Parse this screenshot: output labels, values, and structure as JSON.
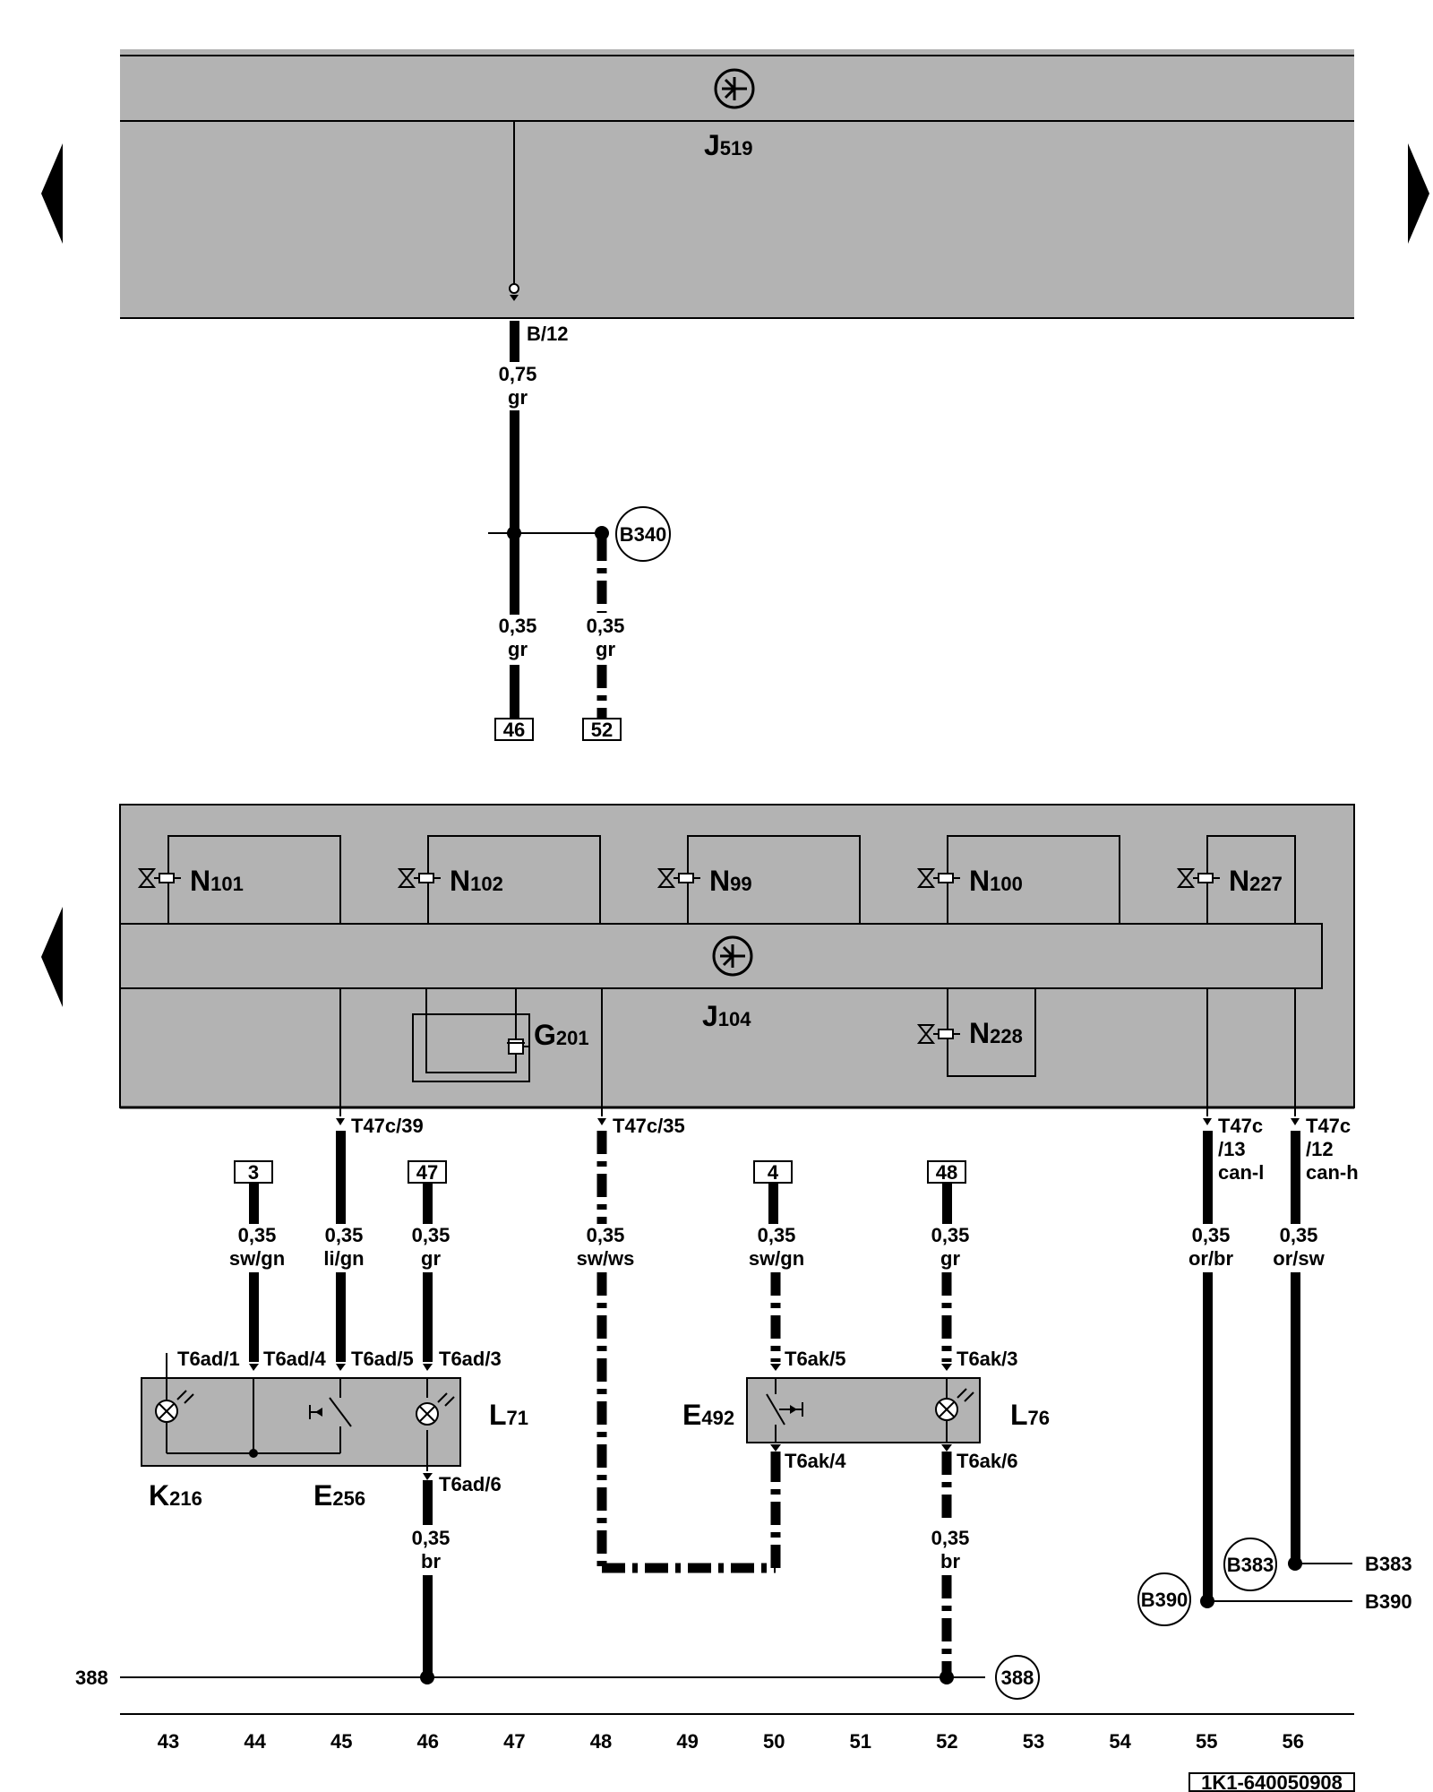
{
  "units": {
    "j519": {
      "letter": "J",
      "sub": "519"
    },
    "j104": {
      "letter": "J",
      "sub": "104"
    },
    "n101": {
      "letter": "N",
      "sub": "101"
    },
    "n102": {
      "letter": "N",
      "sub": "102"
    },
    "n99": {
      "letter": "N",
      "sub": "99"
    },
    "n100": {
      "letter": "N",
      "sub": "100"
    },
    "n227": {
      "letter": "N",
      "sub": "227"
    },
    "n228": {
      "letter": "N",
      "sub": "228"
    },
    "g201": {
      "letter": "G",
      "sub": "201"
    },
    "k216": {
      "letter": "K",
      "sub": "216"
    },
    "e256": {
      "letter": "E",
      "sub": "256"
    },
    "l71": {
      "letter": "L",
      "sub": "71"
    },
    "e492": {
      "letter": "E",
      "sub": "492"
    },
    "l76": {
      "letter": "L",
      "sub": "76"
    }
  },
  "pins": {
    "b12": "B/12",
    "t47c39": "T47c/39",
    "t47c35": "T47c/35",
    "t47c13": [
      "T47c",
      "/13",
      "can-l"
    ],
    "t47c12": [
      "T47c",
      "/12",
      "can-h"
    ],
    "t6ad1": "T6ad/1",
    "t6ad4": "T6ad/4",
    "t6ad5": "T6ad/5",
    "t6ad3": "T6ad/3",
    "t6ad6": "T6ad/6",
    "t6ak5": "T6ak/5",
    "t6ak3": "T6ak/3",
    "t6ak4": "T6ak/4",
    "t6ak6": "T6ak/6"
  },
  "wires": {
    "w1": [
      "0,75",
      "gr"
    ],
    "w2": [
      "0,35",
      "gr"
    ],
    "w3": [
      "0,35",
      "gr"
    ],
    "w4": [
      "0,35",
      "sw/gn"
    ],
    "w5": [
      "0,35",
      "li/gn"
    ],
    "w6": [
      "0,35",
      "gr"
    ],
    "w7": [
      "0,35",
      "sw/ws"
    ],
    "w8": [
      "0,35",
      "sw/gn"
    ],
    "w9": [
      "0,35",
      "gr"
    ],
    "w10": [
      "0,35",
      "or/br"
    ],
    "w11": [
      "0,35",
      "or/sw"
    ],
    "w12": [
      "0,35",
      "br"
    ],
    "w13": [
      "0,35",
      "br"
    ]
  },
  "refs": {
    "r46": "46",
    "r52": "52",
    "r3": "3",
    "r47": "47",
    "r4": "4",
    "r48": "48"
  },
  "connectors": {
    "b340": "B340",
    "b383": "B383",
    "b390": "B390",
    "g388": "388"
  },
  "side_labels": {
    "b383": "B383",
    "b390": "B390",
    "line388": "388"
  },
  "columns": [
    "43",
    "44",
    "45",
    "46",
    "47",
    "48",
    "49",
    "50",
    "51",
    "52",
    "53",
    "54",
    "55",
    "56"
  ],
  "drawing_number": "1K1-640050908",
  "colors": {
    "housing": "#b3b3b3",
    "line": "#000000",
    "background": "#ffffff"
  }
}
